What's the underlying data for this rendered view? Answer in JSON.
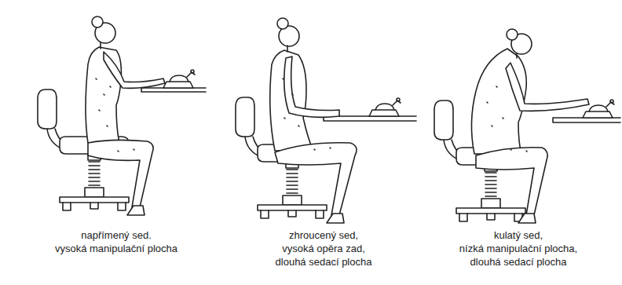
{
  "diagram": {
    "labels": [
      "napřímený sed.",
      "vysoká manipulační plocha",
      "zhroucený sed,",
      "vysoká opěra zad,",
      "dlouhá sedací plocha",
      "kulatý sed,",
      "nízká manipulační plocha,",
      "dlouhá sedací plocha"
    ]
  }
}
